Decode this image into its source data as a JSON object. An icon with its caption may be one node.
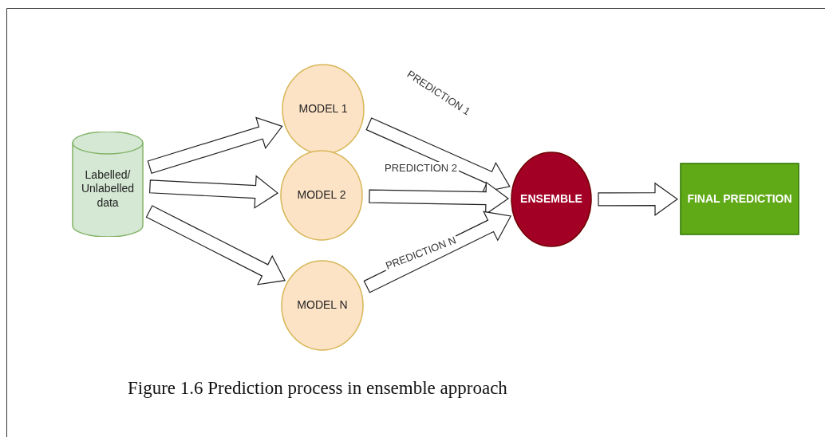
{
  "diagram": {
    "caption": "Figure 1.6 Prediction process in ensemble approach",
    "nodes": [
      {
        "text": [
          "Labelled/ Unlabelled data"
        ]
      },
      {
        "text": [
          "MODEL 1"
        ]
      },
      {
        "text": [
          "MODEL 2"
        ]
      },
      {
        "text": [
          "MODEL N"
        ]
      },
      {
        "text": [
          "ENSEMBLE"
        ]
      },
      {
        "text": [
          "FINAL PREDICTION"
        ]
      }
    ],
    "edges": [
      {
        "from": 0,
        "to": 1,
        "arrow": "to"
      },
      {
        "from": 0,
        "to": 2,
        "arrow": "to"
      },
      {
        "from": 0,
        "to": 3,
        "arrow": "to"
      },
      {
        "from": 1,
        "to": 4,
        "arrow": "to",
        "label": "PREDICTION 1"
      },
      {
        "from": 2,
        "to": 4,
        "arrow": "to",
        "label": "PREDICTION 2"
      },
      {
        "from": 3,
        "to": 4,
        "arrow": "to",
        "label": "PREDICTION N"
      },
      {
        "from": 4,
        "to": 5,
        "arrow": "to"
      }
    ]
  }
}
